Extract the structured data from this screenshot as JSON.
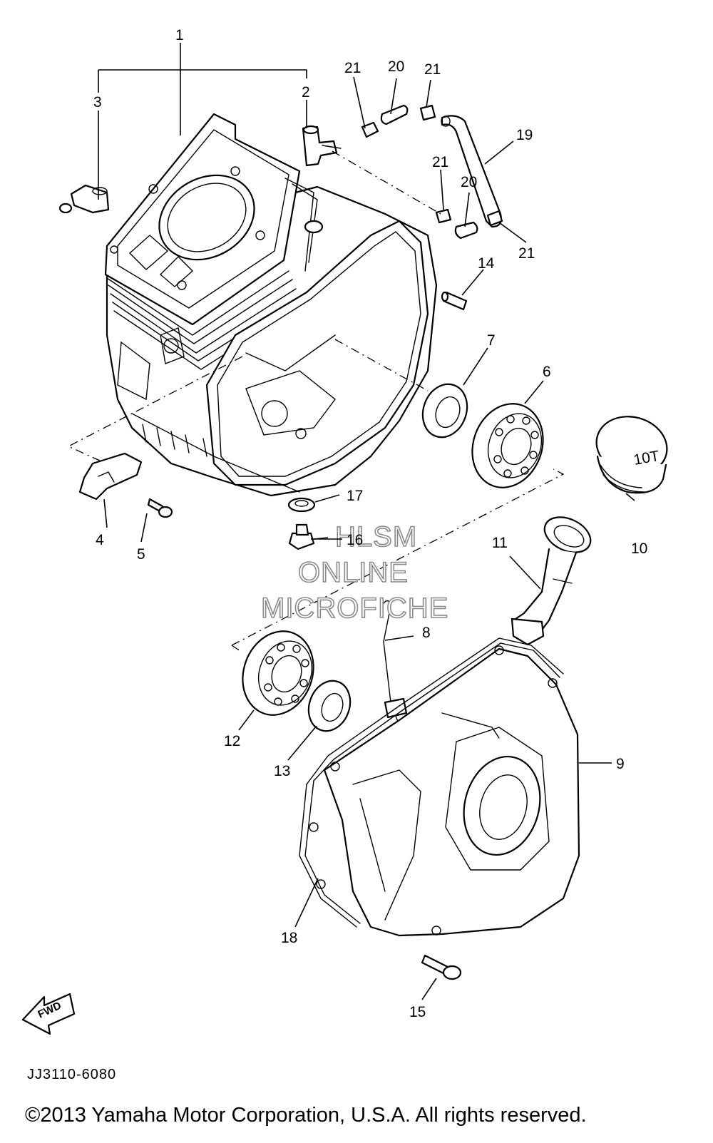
{
  "callouts": {
    "c1": "1",
    "c2": "2",
    "c3": "3",
    "c4": "4",
    "c5": "5",
    "c6": "6",
    "c7": "7",
    "c8": "8",
    "c9": "9",
    "c10": "10",
    "c11": "11",
    "c12": "12",
    "c13": "13",
    "c14": "14",
    "c15": "15",
    "c16": "16",
    "c17": "17",
    "c18": "18",
    "c19": "19",
    "c20a": "20",
    "c20b": "20",
    "c21a": "21",
    "c21b": "21",
    "c21c": "21",
    "c21d": "21"
  },
  "cap_label": "10T",
  "fwd_label": "FWD",
  "watermark": {
    "line1": "HLSM",
    "line2": "ONLINE",
    "line3": "MICROFICHE"
  },
  "ref_code": "JJ3110-6080",
  "copyright": "©2013 Yamaha Motor Corporation, U.S.A. All rights reserved."
}
